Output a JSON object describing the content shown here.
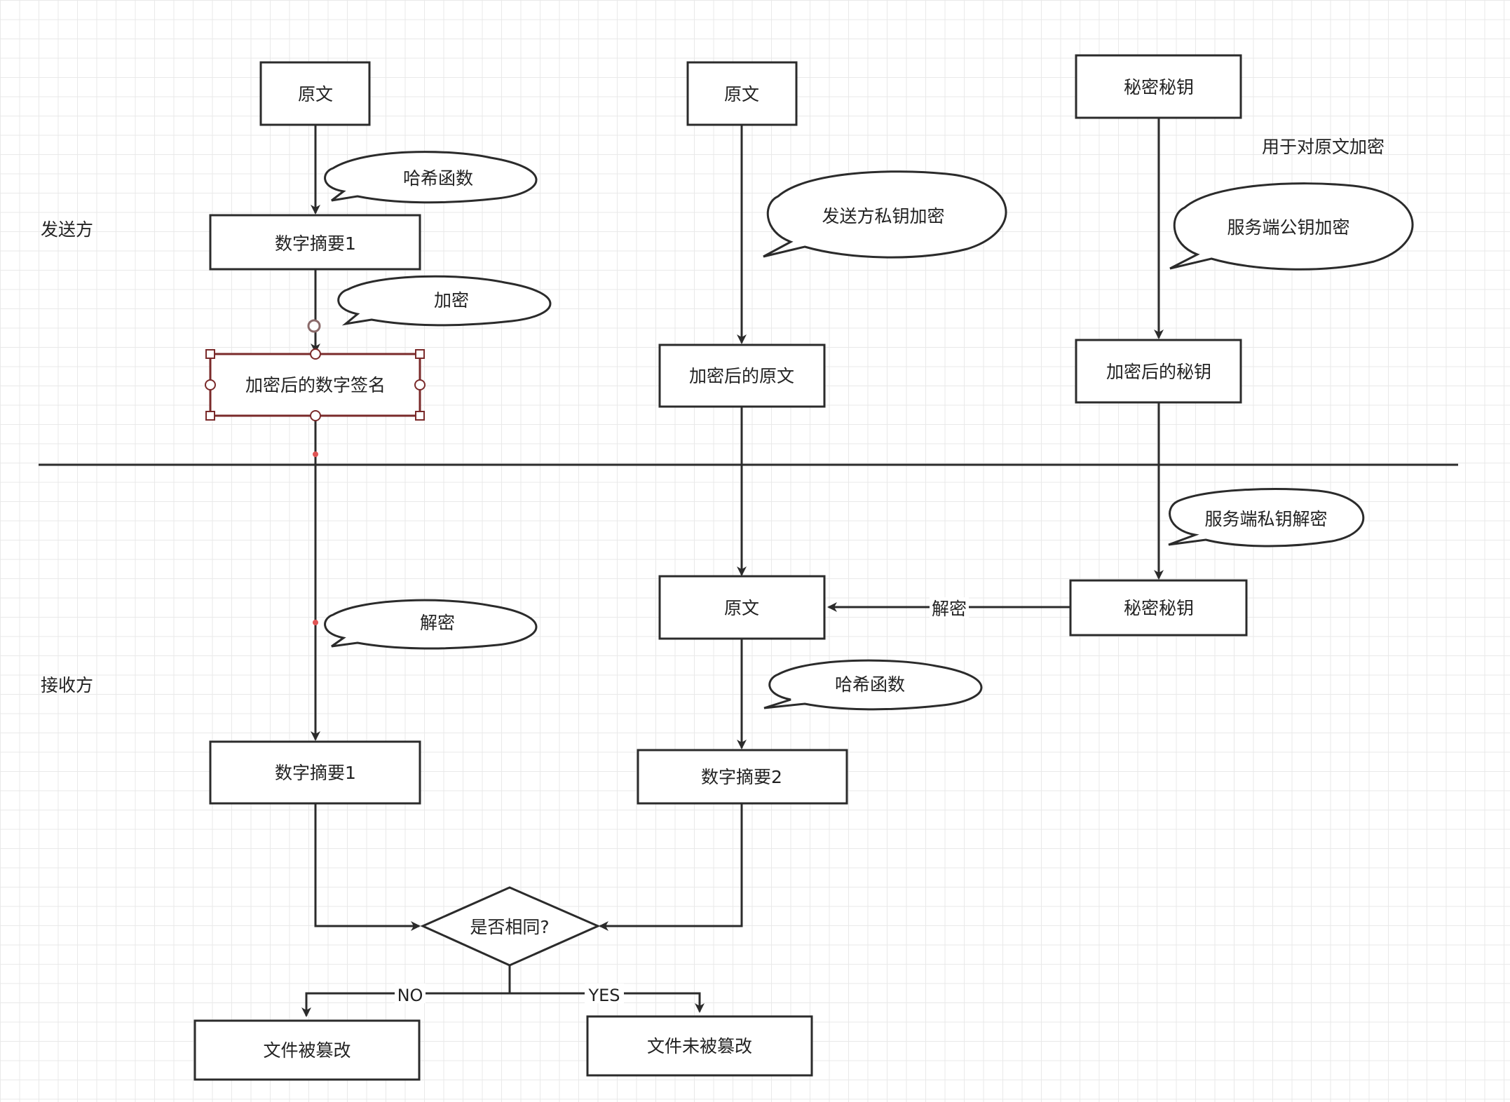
{
  "labels": {
    "sender": "发送方",
    "receiver": "接收方",
    "encrypt_note": "用于对原文加密"
  },
  "boxes": {
    "plaintext_1": "原文",
    "digest_1": "数字摘要1",
    "signed_digest": "加密后的数字签名",
    "plaintext_2": "原文",
    "encrypted_plaintext": "加密后的原文",
    "secret_key": "秘密秘钥",
    "encrypted_key": "加密后的秘钥",
    "received_plaintext": "原文",
    "received_secret_key": "秘密秘钥",
    "received_digest_1": "数字摘要1",
    "digest_2": "数字摘要2",
    "compare": "是否相同?",
    "tampered": "文件被篡改",
    "not_tampered": "文件未被篡改"
  },
  "callouts": {
    "hash_1": "哈希函数",
    "encrypt": "加密",
    "sender_private_encrypt": "发送方私钥加密",
    "server_public_encrypt": "服务端公钥加密",
    "server_private_decrypt": "服务端私钥解密",
    "decrypt": "解密",
    "hash_2": "哈希函数"
  },
  "edge_labels": {
    "decrypt": "解密",
    "no": "NO",
    "yes": "YES"
  },
  "colors": {
    "stroke": "#2b2b2b",
    "selection": "#7a2a2a",
    "connection_point": "#e05555"
  }
}
